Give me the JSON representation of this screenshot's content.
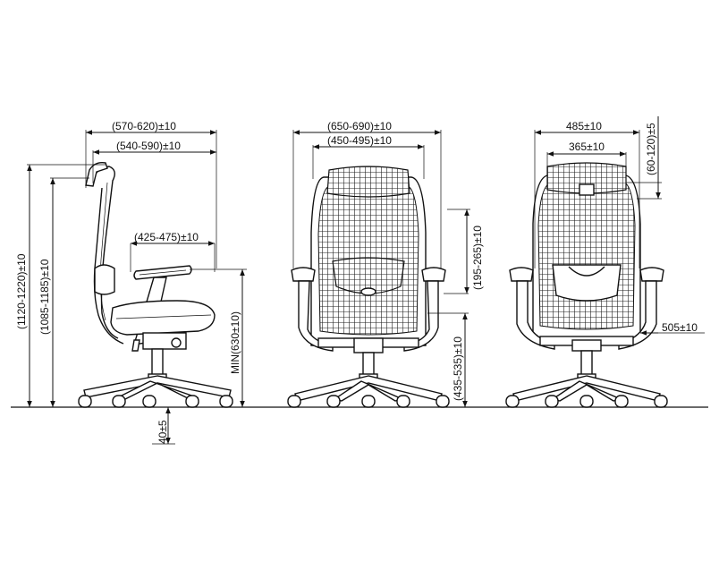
{
  "side_view": {
    "overall_depth": "(570-620)±10",
    "seat_depth": "(540-590)±10",
    "seat_width": "(425-475)±10",
    "overall_height": "(1120-1220)±10",
    "back_height": "(1085-1185)±10",
    "seat_height": "MIN(630±10)",
    "ground_offset": "40±5"
  },
  "front_view": {
    "overall_width": "(650-690)±10",
    "back_width": "(450-495)±10",
    "armrest_adjust": "(195-265)±10",
    "armrest_height": "(435-535)±10"
  },
  "rear_view": {
    "overall_width": "485±10",
    "inner_width": "365±10",
    "headrest_adjust": "(60-120)±5",
    "arm_width": "505±10"
  }
}
